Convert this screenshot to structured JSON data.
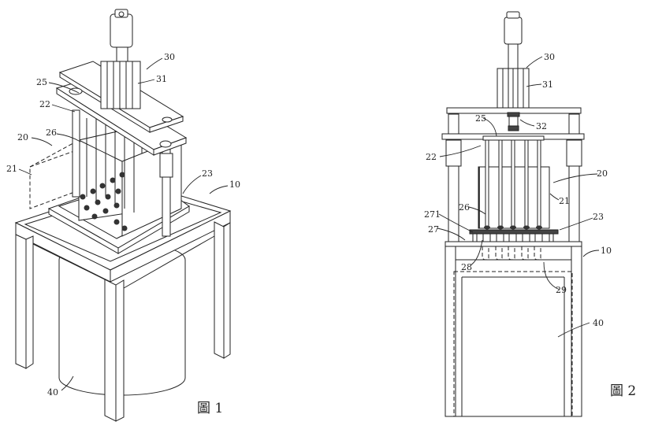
{
  "figure1": {
    "caption": "圖 1",
    "labels": {
      "l30": "30",
      "l31": "31",
      "l25": "25",
      "l22": "22",
      "l20": "20",
      "l26": "26",
      "l21": "21",
      "l23": "23",
      "l10": "10",
      "l40": "40"
    }
  },
  "figure2": {
    "caption": "圖 2",
    "labels": {
      "l30": "30",
      "l31": "31",
      "l25": "25",
      "l32": "32",
      "l22": "22",
      "l20": "20",
      "l21": "21",
      "l26": "26",
      "l23": "23",
      "l271": "271",
      "l27": "27",
      "l28": "28",
      "l29": "29",
      "l10": "10",
      "l40": "40"
    }
  }
}
